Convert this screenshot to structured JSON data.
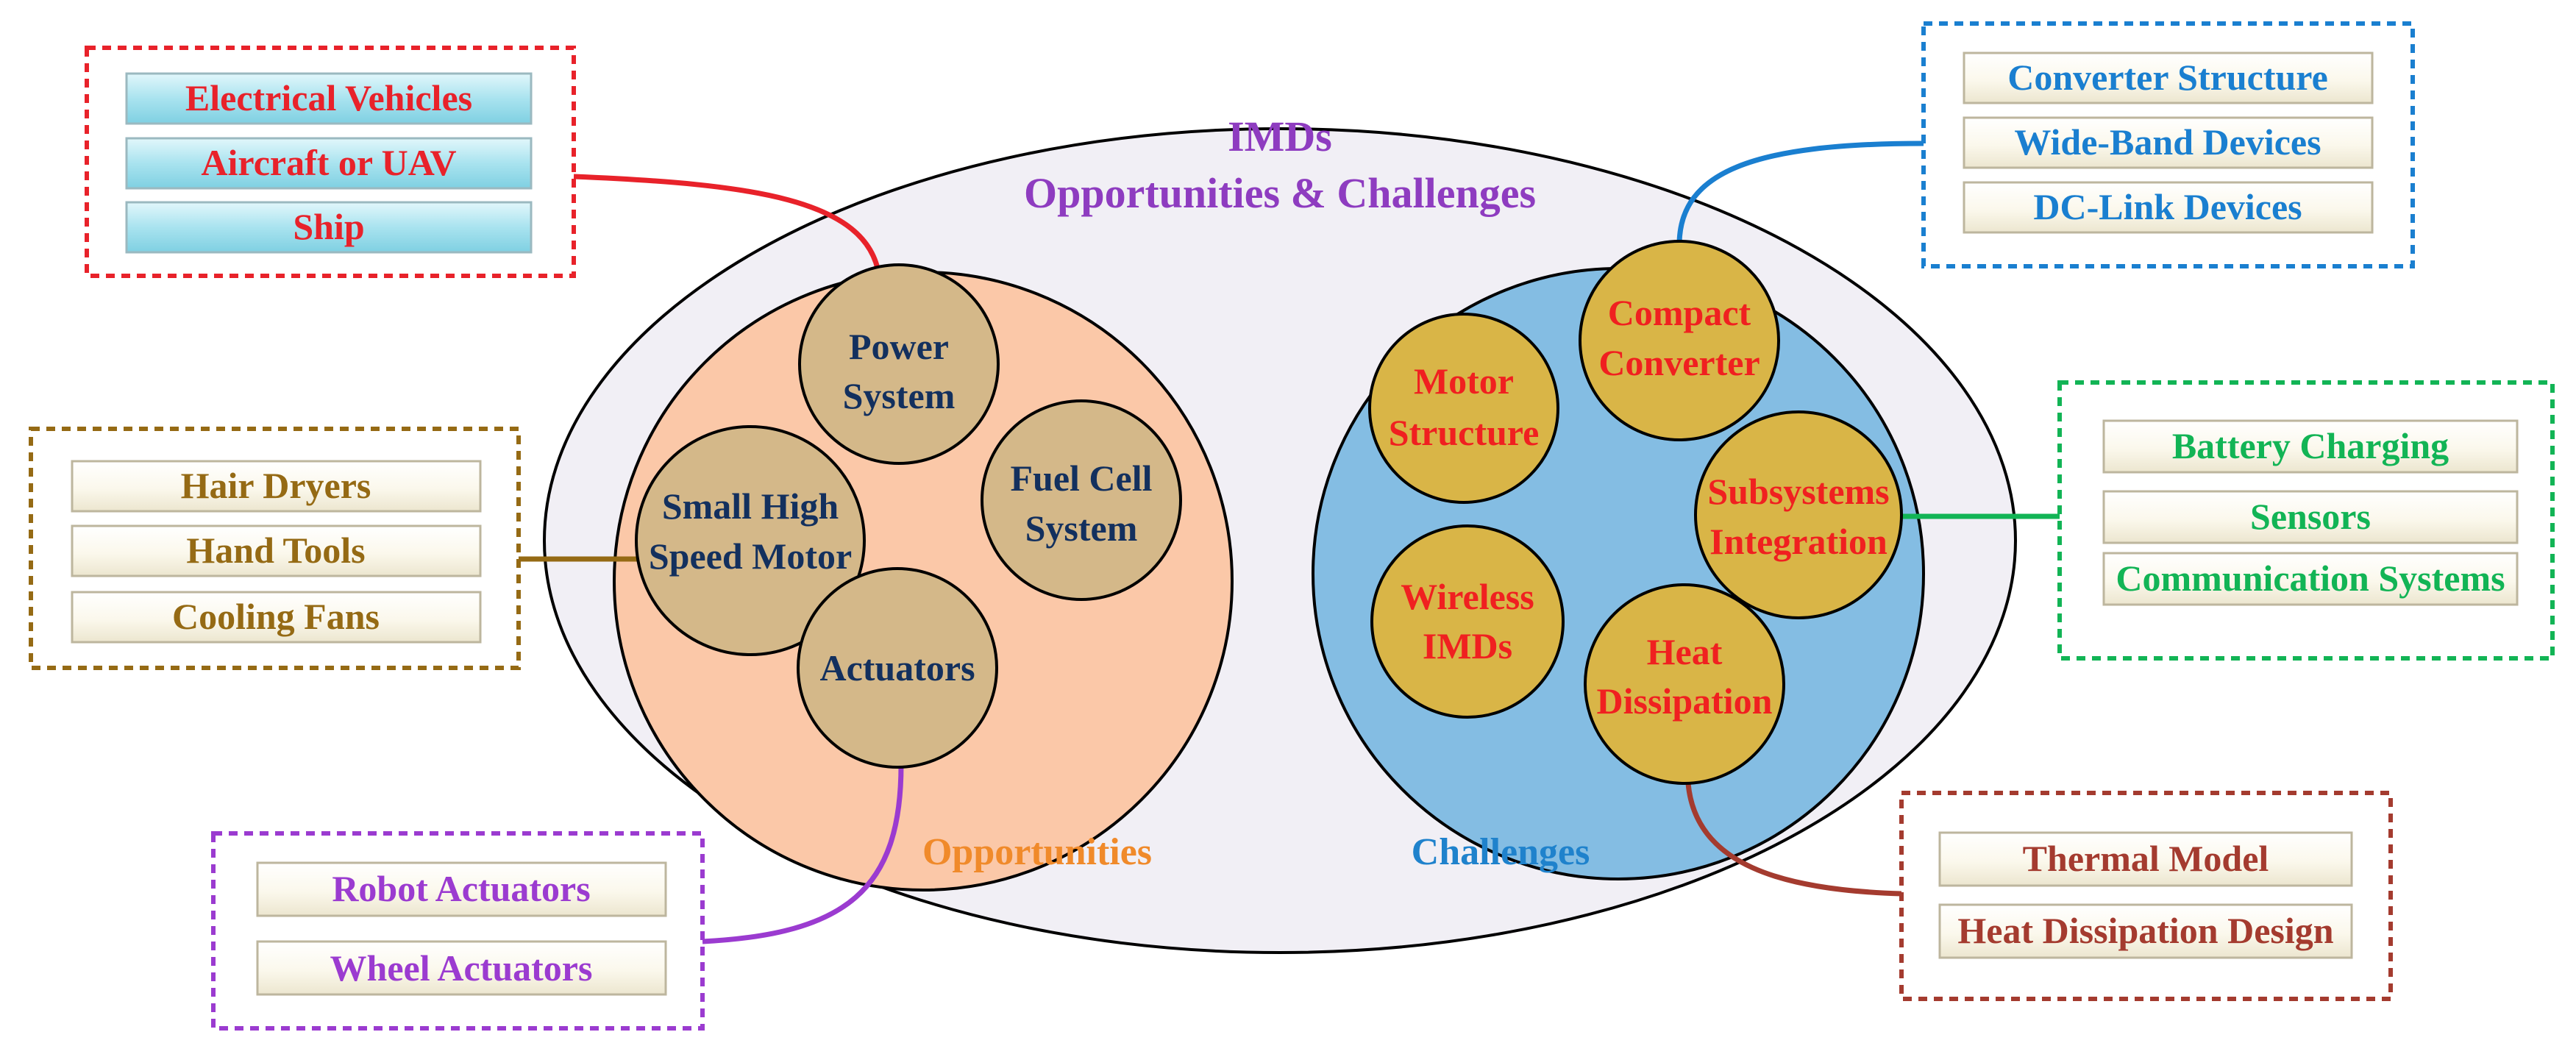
{
  "diagram": {
    "title_line1": "IMDs",
    "title_line2": "Opportunities & Challenges",
    "opportunities_caption": "Opportunities",
    "challenges_caption": "Challenges",
    "opportunities": [
      {
        "line1": "Power",
        "line2": "System"
      },
      {
        "line1": "Small High",
        "line2": "Speed Motor"
      },
      {
        "line1": "Fuel Cell",
        "line2": "System"
      },
      {
        "line1": "Actuators",
        "line2": ""
      }
    ],
    "challenges": [
      {
        "line1": "Compact",
        "line2": "Converter"
      },
      {
        "line1": "Motor",
        "line2": "Structure"
      },
      {
        "line1": "Subsystems",
        "line2": "Integration"
      },
      {
        "line1": "Wireless",
        "line2": "IMDs"
      },
      {
        "line1": "Heat",
        "line2": "Dissipation"
      }
    ],
    "groups": {
      "transport": {
        "color": "#e8222a",
        "items": [
          "Electrical Vehicles",
          "Aircraft or UAV",
          "Ship"
        ]
      },
      "appliances": {
        "color": "#956a14",
        "items": [
          "Hair Dryers",
          "Hand Tools",
          "Cooling Fans"
        ]
      },
      "actuators": {
        "color": "#9b3bd0",
        "items": [
          "Robot Actuators",
          "Wheel Actuators"
        ]
      },
      "converter": {
        "color": "#1a7fd0",
        "items": [
          "Converter Structure",
          "Wide-Band Devices",
          "DC-Link  Devices"
        ]
      },
      "integration": {
        "color": "#12b455",
        "items": [
          "Battery Charging",
          "Sensors",
          "Communication Systems"
        ]
      },
      "thermal": {
        "color": "#a43b2f",
        "items": [
          "Thermal Model",
          "Heat Dissipation Design"
        ]
      }
    }
  }
}
